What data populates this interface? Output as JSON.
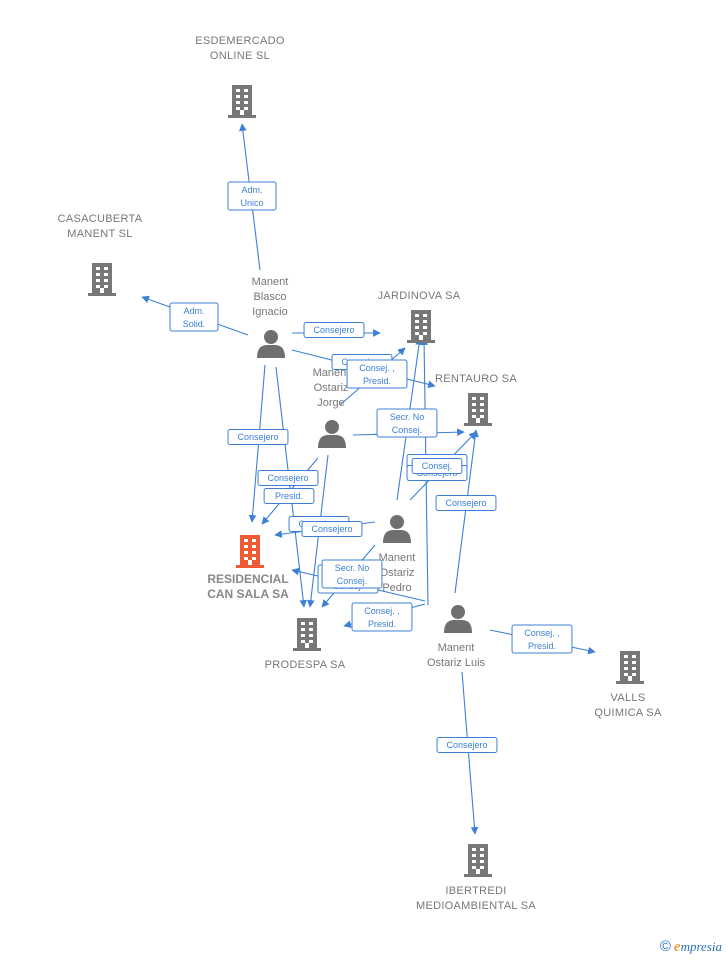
{
  "colors": {
    "edge": "#3d80d6",
    "company_icon": "#777777",
    "main_company_icon": "#f05a33",
    "person_icon": "#6f6f6f",
    "label_text": "#777777",
    "brand_e": "#e8a23a",
    "brand": "#2b6dbf"
  },
  "nodes": [
    {
      "id": "esdemercado",
      "kind": "company",
      "lines": [
        "ESDEMERCADO",
        "ONLINE SL"
      ]
    },
    {
      "id": "casacuberta",
      "kind": "company",
      "lines": [
        "CASACUBERTA",
        "MANENT  SL"
      ]
    },
    {
      "id": "jardinova",
      "kind": "company",
      "lines": [
        "JARDINOVA SA"
      ]
    },
    {
      "id": "rentauro",
      "kind": "company",
      "lines": [
        "RENTAURO SA"
      ]
    },
    {
      "id": "residencial",
      "kind": "main",
      "lines": [
        "RESIDENCIAL",
        "CAN SALA SA"
      ]
    },
    {
      "id": "prodespa",
      "kind": "company",
      "lines": [
        "PRODESPA SA"
      ]
    },
    {
      "id": "valls",
      "kind": "company",
      "lines": [
        "VALLS",
        "QUIMICA SA"
      ]
    },
    {
      "id": "ibertredi",
      "kind": "company",
      "lines": [
        "IBERTREDI",
        "MEDIOAMBIENTAL SA"
      ]
    },
    {
      "id": "ignacio",
      "kind": "person",
      "lines": [
        "Manent",
        "Blasco",
        "Ignacio"
      ]
    },
    {
      "id": "jorge",
      "kind": "person",
      "lines": [
        "Manent",
        "Ostariz",
        "Jorge"
      ]
    },
    {
      "id": "pedro",
      "kind": "person",
      "lines": [
        "Manent",
        "Ostariz",
        "Pedro"
      ]
    },
    {
      "id": "luis",
      "kind": "person",
      "lines": [
        "Manent",
        "Ostariz Luis"
      ]
    }
  ],
  "edges": [
    {
      "from": "ignacio",
      "to": "esdemercado",
      "label": [
        "Adm.",
        "Unico"
      ]
    },
    {
      "from": "ignacio",
      "to": "casacuberta",
      "label": [
        "Adm.",
        "Solid."
      ]
    },
    {
      "from": "ignacio",
      "to": "jardinova",
      "label": [
        "Consejero"
      ]
    },
    {
      "from": "ignacio",
      "to": "rentauro",
      "label": [
        "Consejero"
      ]
    },
    {
      "from": "ignacio",
      "to": "residencial",
      "label": [
        "Consejero"
      ]
    },
    {
      "from": "ignacio",
      "to": "prodespa",
      "label": [
        "Consejero"
      ]
    },
    {
      "from": "jorge",
      "to": "jardinova",
      "label": [
        "Consej. ,",
        "Presid."
      ]
    },
    {
      "from": "jorge",
      "to": "rentauro",
      "label": [
        "Consejero"
      ]
    },
    {
      "from": "jorge",
      "to": "residencial",
      "label": [
        "Presid."
      ]
    },
    {
      "from": "jorge",
      "to": "prodespa",
      "label": [
        "Consejero"
      ]
    },
    {
      "from": "pedro",
      "to": "jardinova",
      "label": [
        "Secr.  No",
        "Consej."
      ]
    },
    {
      "from": "pedro",
      "to": "rentauro",
      "label": [
        "Consejero"
      ]
    },
    {
      "from": "pedro",
      "to": "residencial",
      "label": [
        "Consejero"
      ]
    },
    {
      "from": "pedro",
      "to": "prodespa",
      "label": [
        "Secr.  No",
        "Consej."
      ]
    },
    {
      "from": "luis",
      "to": "jardinova",
      "label": [
        "Consej."
      ]
    },
    {
      "from": "luis",
      "to": "rentauro",
      "label": [
        "Consejero"
      ]
    },
    {
      "from": "luis",
      "to": "residencial",
      "label": [
        "Secr.  No",
        "Consej."
      ]
    },
    {
      "from": "luis",
      "to": "prodespa",
      "label": [
        "Consej. ,",
        "Presid."
      ]
    },
    {
      "from": "luis",
      "to": "valls",
      "label": [
        "Consej. ,",
        "Presid."
      ]
    },
    {
      "from": "luis",
      "to": "ibertredi",
      "label": [
        "Consejero"
      ]
    }
  ],
  "copyright": {
    "symbol": "©",
    "brand_first": "e",
    "brand_rest": "mpresia"
  }
}
